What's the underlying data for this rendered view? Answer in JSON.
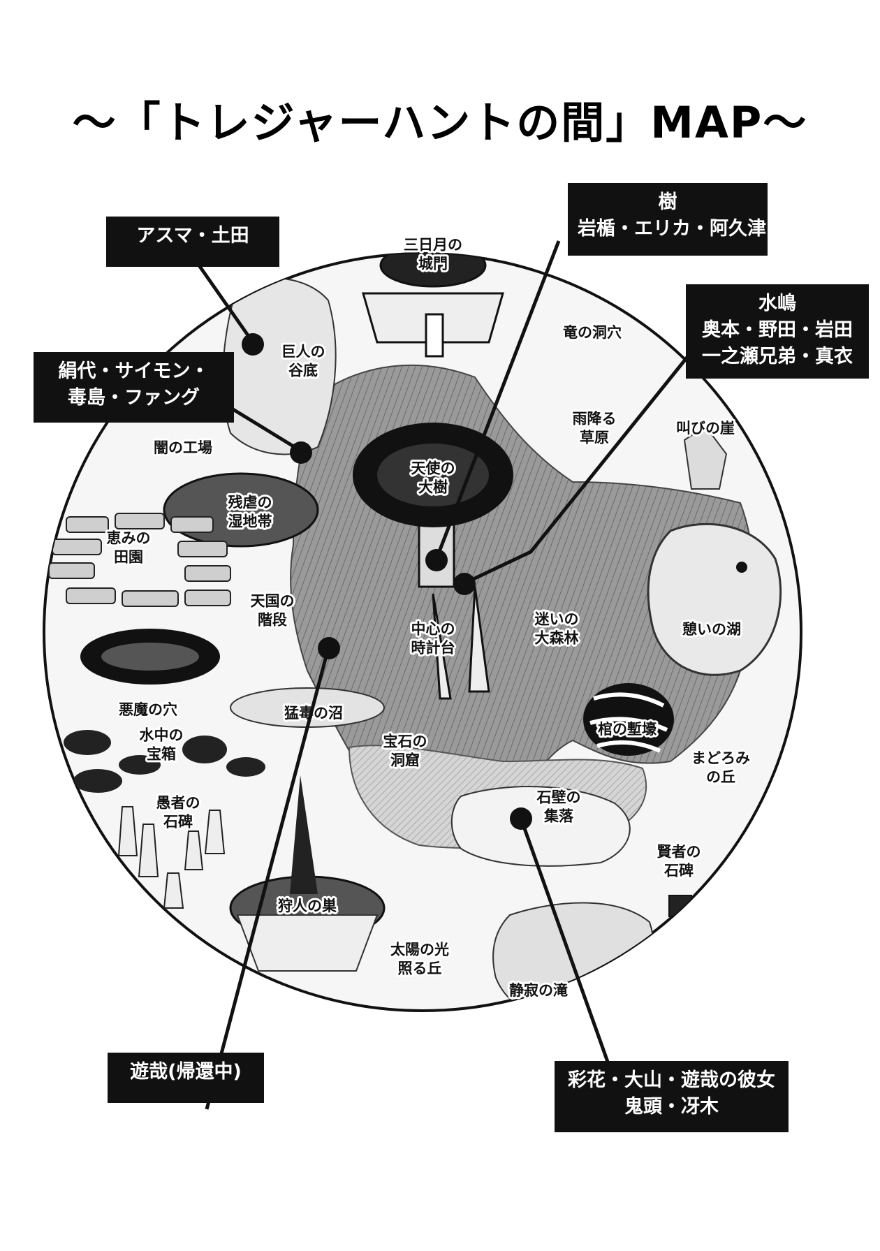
{
  "title": "～「トレジャーハントの間」MAP～",
  "places": {
    "crescent_gate": [
      "三日月の",
      "城門"
    ],
    "dragon_cave": [
      "竜の洞穴"
    ],
    "giant_valley": [
      "巨人の",
      "谷底"
    ],
    "dark_factory": [
      "闇の工場"
    ],
    "rainy_grassland": [
      "雨降る",
      "草原"
    ],
    "screaming_cliff": [
      "叫びの崖"
    ],
    "angel_tree": [
      "天使の",
      "大樹"
    ],
    "cruel_wetland": [
      "残虐の",
      "湿地帯"
    ],
    "blessed_fields": [
      "恵みの",
      "田園"
    ],
    "heaven_stairs": [
      "天国の",
      "階段"
    ],
    "center_clock": [
      "中心の",
      "時計台"
    ],
    "lost_forest": [
      "迷いの",
      "大森林"
    ],
    "rest_lake": [
      "憩いの湖"
    ],
    "demon_hole": [
      "悪魔の穴"
    ],
    "poison_swamp": [
      "猛毒の沼"
    ],
    "coffin_trench": [
      "棺の塹壕"
    ],
    "underwater_chest": [
      "水中の",
      "宝箱"
    ],
    "gem_cavern": [
      "宝石の",
      "洞窟"
    ],
    "drowsy_hill": [
      "まどろみ",
      "の丘"
    ],
    "fool_monuments": [
      "愚者の",
      "石碑"
    ],
    "stonewall_village": [
      "石壁の",
      "集落"
    ],
    "sage_monument": [
      "賢者の",
      "石碑"
    ],
    "hunter_nest": [
      "狩人の巣"
    ],
    "sunlit_hill": [
      "太陽の光",
      "照る丘"
    ],
    "silent_falls": [
      "静寂の滝"
    ]
  },
  "labels": {
    "asuma": [
      "アスマ・土田"
    ],
    "tree_group": [
      "樹",
      "岩楯・エリカ・阿久津"
    ],
    "mizushima": [
      "水嶋",
      "奥本・野田・岩田",
      "一之瀬兄弟・真衣"
    ],
    "kinuyo": [
      "絹代・サイモン・",
      "毒島・ファング"
    ],
    "yuya": [
      "遊哉(帰還中)"
    ],
    "ayaka": [
      "彩花・大山・遊哉の彼女",
      "鬼頭・冴木"
    ]
  },
  "colors": {
    "ink": "#111111",
    "paper": "#ffffff",
    "forest": "#8c8c8c",
    "shade": "#bdbdbd"
  }
}
